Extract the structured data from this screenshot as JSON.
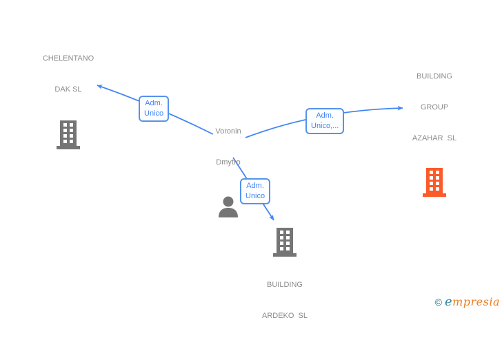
{
  "diagram_type": "corporate-relationship-graph",
  "person": {
    "name_line1": "Voronin",
    "name_line2": "Dmytro"
  },
  "companies": {
    "chelentano": {
      "line1": "CHELENTANO",
      "line2": "DAK SL"
    },
    "azahar": {
      "line1": "BUILDING",
      "line2": "GROUP",
      "line3": "AZAHAR  SL"
    },
    "ardeko": {
      "line1": "BUILDING",
      "line2": "ARDEKO  SL"
    }
  },
  "edges": {
    "to_chelentano": {
      "label_line1": "Adm.",
      "label_line2": "Unico"
    },
    "to_azahar": {
      "label_line1": "Adm.",
      "label_line2": "Unico,..."
    },
    "to_ardeko": {
      "label_line1": "Adm.",
      "label_line2": "Unico"
    }
  },
  "watermark": {
    "copyright_symbol": "©",
    "brand_first_letter": "e",
    "brand_rest": "mpresia"
  },
  "colors": {
    "edge_blue": "#4285f4",
    "edge_label_border": "#5593e9",
    "edge_label_text": "#4285f4",
    "node_text_gray": "#8b8b8b",
    "icon_gray": "#757575",
    "icon_orange": "#fb5a29",
    "logo_teal": "#176b7a",
    "logo_e_blue": "#2d84a3",
    "logo_orange": "#ee7c1e",
    "background": "#ffffff"
  }
}
